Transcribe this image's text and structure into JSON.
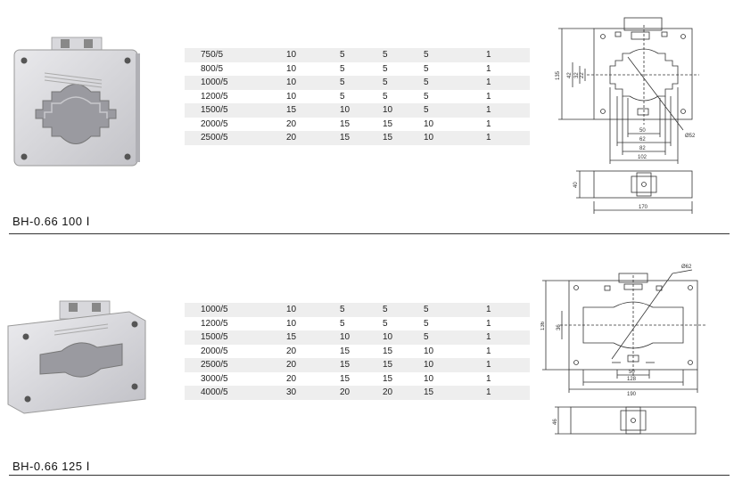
{
  "products": [
    {
      "model": "BH-0.66  100 Ⅰ",
      "table": [
        [
          "750/5",
          "10",
          "5",
          "5",
          "5",
          "1"
        ],
        [
          "800/5",
          "10",
          "5",
          "5",
          "5",
          "1"
        ],
        [
          "1000/5",
          "10",
          "5",
          "5",
          "5",
          "1"
        ],
        [
          "1200/5",
          "10",
          "5",
          "5",
          "5",
          "1"
        ],
        [
          "1500/5",
          "15",
          "10",
          "10",
          "5",
          "1"
        ],
        [
          "2000/5",
          "20",
          "15",
          "15",
          "10",
          "1"
        ],
        [
          "2500/5",
          "20",
          "15",
          "15",
          "10",
          "1"
        ]
      ],
      "dims": {
        "height": "135",
        "inner1": "42",
        "inner2": "32",
        "inner3": "22",
        "w50": "50",
        "w62": "62",
        "w82": "82",
        "w102": "102",
        "dia": "Ø52",
        "depth": "40",
        "width": "170"
      }
    },
    {
      "model": "BH-0.66  125 Ⅰ",
      "table": [
        [
          "1000/5",
          "10",
          "5",
          "5",
          "5",
          "1"
        ],
        [
          "1200/5",
          "10",
          "5",
          "5",
          "5",
          "1"
        ],
        [
          "1500/5",
          "15",
          "10",
          "10",
          "5",
          "1"
        ],
        [
          "2000/5",
          "20",
          "15",
          "15",
          "10",
          "1"
        ],
        [
          "2500/5",
          "20",
          "15",
          "15",
          "10",
          "1"
        ],
        [
          "3000/5",
          "20",
          "15",
          "15",
          "10",
          "1"
        ],
        [
          "4000/5",
          "30",
          "20",
          "20",
          "15",
          "1"
        ]
      ],
      "dims": {
        "height": "136",
        "inner": "36",
        "w50": "50",
        "w128": "128",
        "width": "190",
        "dia": "Ø62",
        "depth": "46"
      }
    }
  ]
}
